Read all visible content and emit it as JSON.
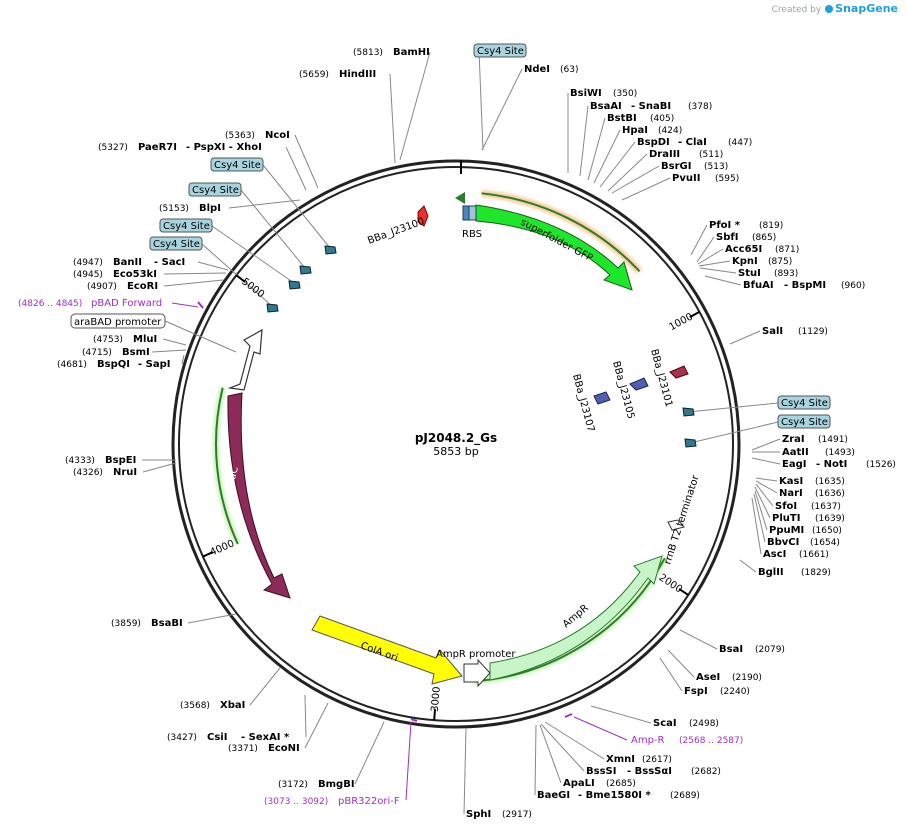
{
  "credit": {
    "created_by": "Created by",
    "brand": "SnapGene"
  },
  "plasmid": {
    "name": "pJ2048.2_Gs",
    "size": "5853 bp"
  },
  "colors": {
    "gfp": "#1ee62a",
    "arac": "#8c2a5a",
    "colA": "#ffff00",
    "ampR": "#c8f5c8",
    "csy4_box": "#a8d4e0",
    "primer": "#9b30c8",
    "promoter_fill": "#ffffff"
  },
  "ticks": [
    "1000",
    "2000",
    "3000",
    "4000",
    "5000"
  ],
  "features": {
    "bba_j23100": "BBa_J23100",
    "rbs": "RBS",
    "superfolder_gfp": "superfolder GFP",
    "bba_j23101": "BBa_J23101",
    "bba_j23105": "BBa_J23105",
    "bba_j23107": "BBa_J23107",
    "rrnb_t2": "rrnB T2 terminator",
    "ampr": "AmpR",
    "ampr_promoter": "AmpR promoter",
    "cola_ori": "ColA ori",
    "arac": "araC",
    "arabad_promoter": "araBAD promoter"
  },
  "primers": {
    "pbad_forward": {
      "pos": "(4826 .. 4845)",
      "name": "pBAD Forward"
    },
    "amp_r": {
      "name": "Amp-R",
      "pos": "(2568 .. 2587)"
    },
    "pbr322ori_f": {
      "pos": "(3073 .. 3092)",
      "name": "pBR322ori-F"
    }
  },
  "csy4_sites": [
    "Csy4 Site",
    "Csy4 Site",
    "Csy4 Site",
    "Csy4 Site",
    "Csy4 Site",
    "Csy4 Site",
    "Csy4 Site"
  ],
  "sites_left": [
    {
      "pos": "(5813)",
      "name": "BamHI"
    },
    {
      "pos": "(5659)",
      "name": "HindIII"
    },
    {
      "pos": "(5363)",
      "name": "NcoI"
    },
    {
      "pos": "(5327)",
      "name": "PaeR7I",
      "extra": "- PspXI - XhoI"
    },
    {
      "pos": "(5153)",
      "name": "BlpI"
    },
    {
      "pos": "(4947)",
      "name": "BanII",
      "extra": "- SacI"
    },
    {
      "pos": "(4945)",
      "name": "Eco53kI"
    },
    {
      "pos": "(4907)",
      "name": "EcoRI"
    },
    {
      "pos": "(4753)",
      "name": "MluI"
    },
    {
      "pos": "(4715)",
      "name": "BsmI"
    },
    {
      "pos": "(4681)",
      "name": "BspQI",
      "extra": "- SapI"
    },
    {
      "pos": "(4333)",
      "name": "BspEI"
    },
    {
      "pos": "(4326)",
      "name": "NruI"
    },
    {
      "pos": "(3859)",
      "name": "BsaBI"
    },
    {
      "pos": "(3568)",
      "name": "XbaI"
    },
    {
      "pos": "(3427)",
      "name": "CsiI",
      "extra": "- SexAI *"
    },
    {
      "pos": "(3371)",
      "name": "EcoNI"
    },
    {
      "pos": "(3172)",
      "name": "BmgBI"
    }
  ],
  "sites_right": [
    {
      "name": "NdeI",
      "pos": "(63)"
    },
    {
      "name": "BsiWI",
      "pos": "(350)"
    },
    {
      "name": "BsaAI",
      "extra": "- SnaBI",
      "pos": "(378)"
    },
    {
      "name": "BstBI",
      "pos": "(405)"
    },
    {
      "name": "HpaI",
      "pos": "(424)"
    },
    {
      "name": "BspDI",
      "extra": "- ClaI",
      "pos": "(447)"
    },
    {
      "name": "DraIII",
      "pos": "(511)"
    },
    {
      "name": "BsrGI",
      "pos": "(513)"
    },
    {
      "name": "PvuII",
      "pos": "(595)"
    },
    {
      "name": "PfoI *",
      "pos": "(819)"
    },
    {
      "name": "SbfI",
      "pos": "(865)"
    },
    {
      "name": "Acc65I",
      "pos": "(871)"
    },
    {
      "name": "KpnI",
      "pos": "(875)"
    },
    {
      "name": "StuI",
      "pos": "(893)"
    },
    {
      "name": "BfuAI",
      "extra": "- BspMI",
      "pos": "(960)"
    },
    {
      "name": "SalI",
      "pos": "(1129)"
    },
    {
      "name": "ZraI",
      "pos": "(1491)"
    },
    {
      "name": "AatII",
      "pos": "(1493)"
    },
    {
      "name": "EagI",
      "extra": "- NotI",
      "pos": "(1526)"
    },
    {
      "name": "KasI",
      "pos": "(1635)"
    },
    {
      "name": "NarI",
      "pos": "(1636)"
    },
    {
      "name": "SfoI",
      "pos": "(1637)"
    },
    {
      "name": "PluTI",
      "pos": "(1639)"
    },
    {
      "name": "PpuMI",
      "pos": "(1650)"
    },
    {
      "name": "BbvCI",
      "pos": "(1654)"
    },
    {
      "name": "AscI",
      "pos": "(1661)"
    },
    {
      "name": "BglII",
      "pos": "(1829)"
    },
    {
      "name": "BsaI",
      "pos": "(2079)"
    },
    {
      "name": "AseI",
      "pos": "(2190)"
    },
    {
      "name": "FspI",
      "pos": "(2240)"
    },
    {
      "name": "ScaI",
      "pos": "(2498)"
    },
    {
      "name": "XmnI",
      "pos": "(2617)"
    },
    {
      "name": "BssSI",
      "extra": "- BssSαI",
      "pos": "(2682)"
    },
    {
      "name": "ApaLI",
      "pos": "(2685)"
    },
    {
      "name": "BaeGI",
      "extra": "- Bme1580I *",
      "pos": "(2689)"
    },
    {
      "name": "SphI",
      "pos": "(2917)"
    }
  ]
}
